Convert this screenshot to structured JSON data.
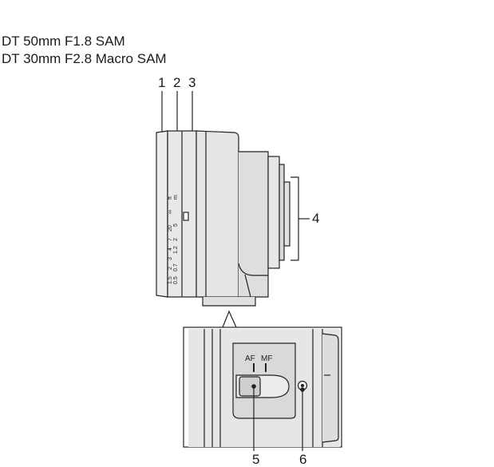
{
  "titles": {
    "line1": "DT 50mm F1.8 SAM",
    "line2": "DT 30mm F2.8 Macro SAM"
  },
  "callouts": [
    "1",
    "2",
    "3",
    "4",
    "5",
    "6"
  ],
  "scale": {
    "ft_unit": "ft",
    "m_unit": "m",
    "ft_values": [
      "∞",
      "20",
      "7",
      "4",
      "3",
      "2",
      "1.5"
    ],
    "m_values": [
      "5",
      "2",
      "1.2",
      "0.7",
      "0.5"
    ]
  },
  "switch": {
    "af_label": "AF",
    "mf_label": "MF"
  },
  "colors": {
    "line": "#222222",
    "body": "#e6e6e6",
    "body_dark": "#cfcfcf",
    "zoom_panel": "#e2e2e2"
  }
}
